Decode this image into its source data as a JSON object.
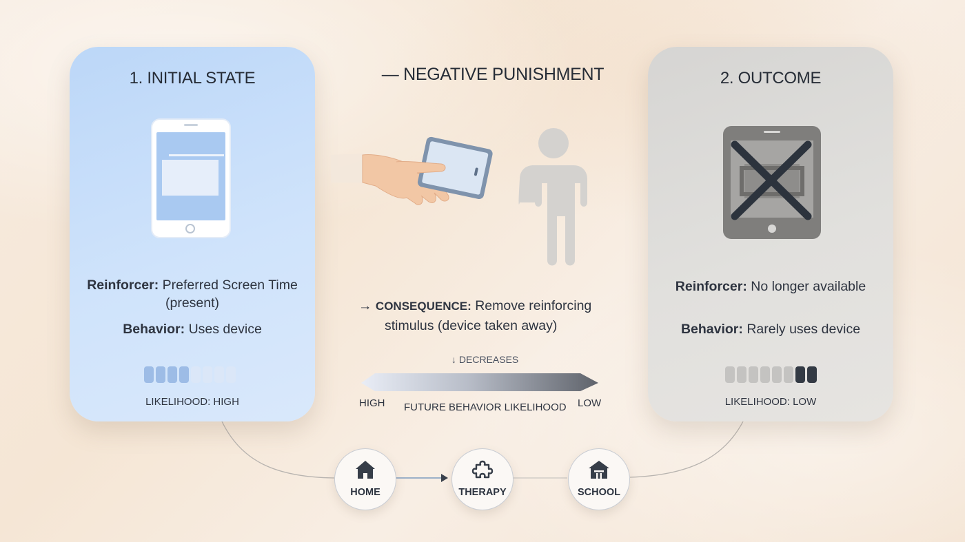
{
  "left_card": {
    "title": "1. INITIAL STATE",
    "reinforcer_label": "Reinforcer:",
    "reinforcer_value_line1": "Preferred Screen Time",
    "reinforcer_value_line2": "(present)",
    "behavior_label": "Behavior:",
    "behavior_value": "Uses device",
    "likelihood": "LIKELIHOOD: HIGH",
    "meter_level": 0.45
  },
  "center": {
    "title": "— NEGATIVE PUNISHMENT",
    "consequence_arrow": "→",
    "consequence_label": "CONSEQUENCE:",
    "consequence_line1": "Remove reinforcing",
    "consequence_line2": "stimulus (device taken away)",
    "decreases": "↓ DECREASES",
    "scale_high": "HIGH",
    "scale_caption": "FUTURE BEHAVIOR LIKELIHOOD",
    "scale_low": "LOW"
  },
  "right_card": {
    "title": "2. OUTCOME",
    "reinforcer_label": "Reinforcer:",
    "reinforcer_value": "No longer available",
    "behavior_label": "Behavior:",
    "behavior_value": "Rarely uses device",
    "likelihood": "LIKELIHOOD: LOW",
    "meter_level": 0.3
  },
  "locations": [
    {
      "label": "HOME",
      "icon": "house-icon"
    },
    {
      "label": "THERAPY",
      "icon": "puzzle-icon"
    },
    {
      "label": "SCHOOL",
      "icon": "school-icon"
    }
  ],
  "colors": {
    "left_card": "#c6ddf9",
    "right_card": "#dcdbd8",
    "meter_blue": "#9dbce6",
    "meter_dark": "#333a44",
    "icon_dark": "#363d48"
  }
}
